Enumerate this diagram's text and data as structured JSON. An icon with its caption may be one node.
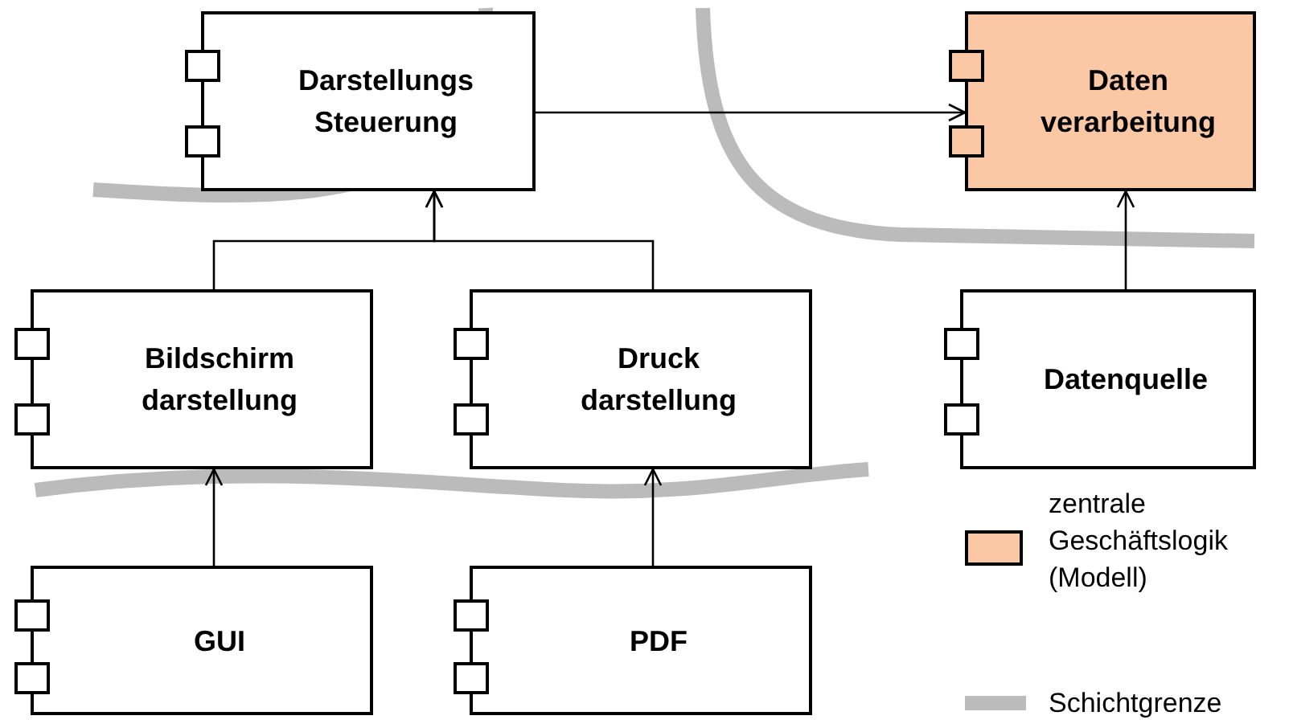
{
  "diagram": {
    "nodes": [
      {
        "text": [
          "Darstellungs Steuerung"
        ]
      },
      {
        "text": [
          "Daten verarbeitung"
        ]
      },
      {
        "text": [
          "Bildschirm darstellung"
        ]
      },
      {
        "text": [
          "Druck darstellung"
        ]
      },
      {
        "text": [
          "Datenquelle"
        ]
      },
      {
        "text": [
          "GUI"
        ]
      },
      {
        "text": [
          "PDF"
        ]
      }
    ],
    "edges": [
      {
        "from": 0,
        "to": 1,
        "arrow": "to"
      },
      {
        "from": 2,
        "to": 0,
        "arrow": "to"
      },
      {
        "from": 3,
        "to": 0,
        "arrow": "to"
      },
      {
        "from": 4,
        "to": 1,
        "arrow": "to"
      },
      {
        "from": 5,
        "to": 2,
        "arrow": "to"
      },
      {
        "from": 6,
        "to": 3,
        "arrow": "to"
      }
    ],
    "legend": [
      {
        "text": "zentrale Geschäftslogik (Modell)",
        "color": "#fac8a4"
      },
      {
        "text": "Schichtgrenze"
      }
    ]
  }
}
